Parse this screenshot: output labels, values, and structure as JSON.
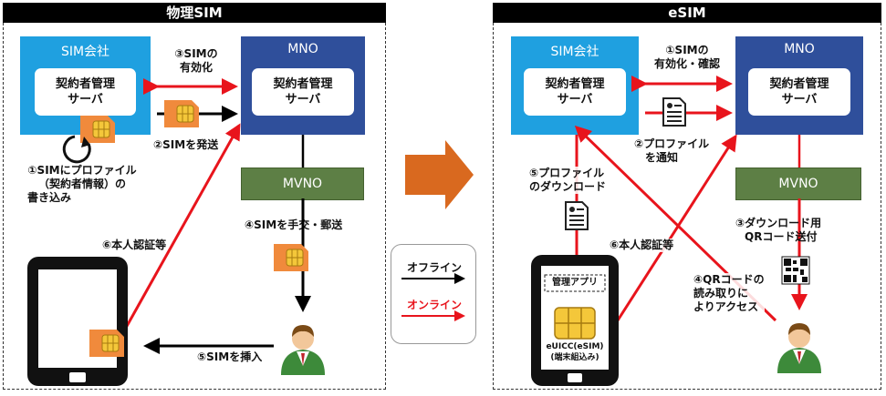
{
  "left": {
    "header": "物理SIM",
    "sim_company": {
      "title": "SIM会社",
      "server": [
        "契約者管理",
        "サーバ"
      ]
    },
    "mno": {
      "title": "MNO",
      "server": [
        "契約者管理",
        "サーバ"
      ]
    },
    "mvno": "MVNO",
    "steps": {
      "s1": [
        "①SIMにプロファイル",
        "（契約者情報）の",
        "書き込み"
      ],
      "s2": "②SIMを発送",
      "s3": [
        "③SIMの",
        "有効化"
      ],
      "s4": "④SIMを手交・郵送",
      "s5": "⑤SIMを挿入",
      "s6": "⑥本人認証等"
    }
  },
  "right": {
    "header": "eSIM",
    "sim_company": {
      "title": "SIM会社",
      "server": [
        "契約者管理",
        "サーバ"
      ]
    },
    "mno": {
      "title": "MNO",
      "server": [
        "契約者管理",
        "サーバ"
      ]
    },
    "mvno": "MVNO",
    "steps": {
      "s1": [
        "①SIMの",
        "有効化・確認"
      ],
      "s2": [
        "②プロファイル",
        "を通知"
      ],
      "s3": [
        "③ダウンロード用",
        "QRコード送付"
      ],
      "s4": [
        "④QRコードの",
        "読み取りに",
        "よりアクセス"
      ],
      "s5": [
        "⑤プロファイル",
        "のダウンロード"
      ],
      "s6": "⑥本人認証等"
    },
    "app_label": "管理アプリ",
    "euicc": [
      "eUICC(eSIM)",
      "(端末組込み)"
    ]
  },
  "legend": {
    "offline": "オフライン",
    "online": "オンライン"
  },
  "colors": {
    "online": "#e8141c",
    "offline": "#000000",
    "sim_company": "#1fa0e0",
    "mno": "#2f4f9b",
    "mvno": "#5d7f45",
    "transition_arrow": "#d9691f"
  }
}
